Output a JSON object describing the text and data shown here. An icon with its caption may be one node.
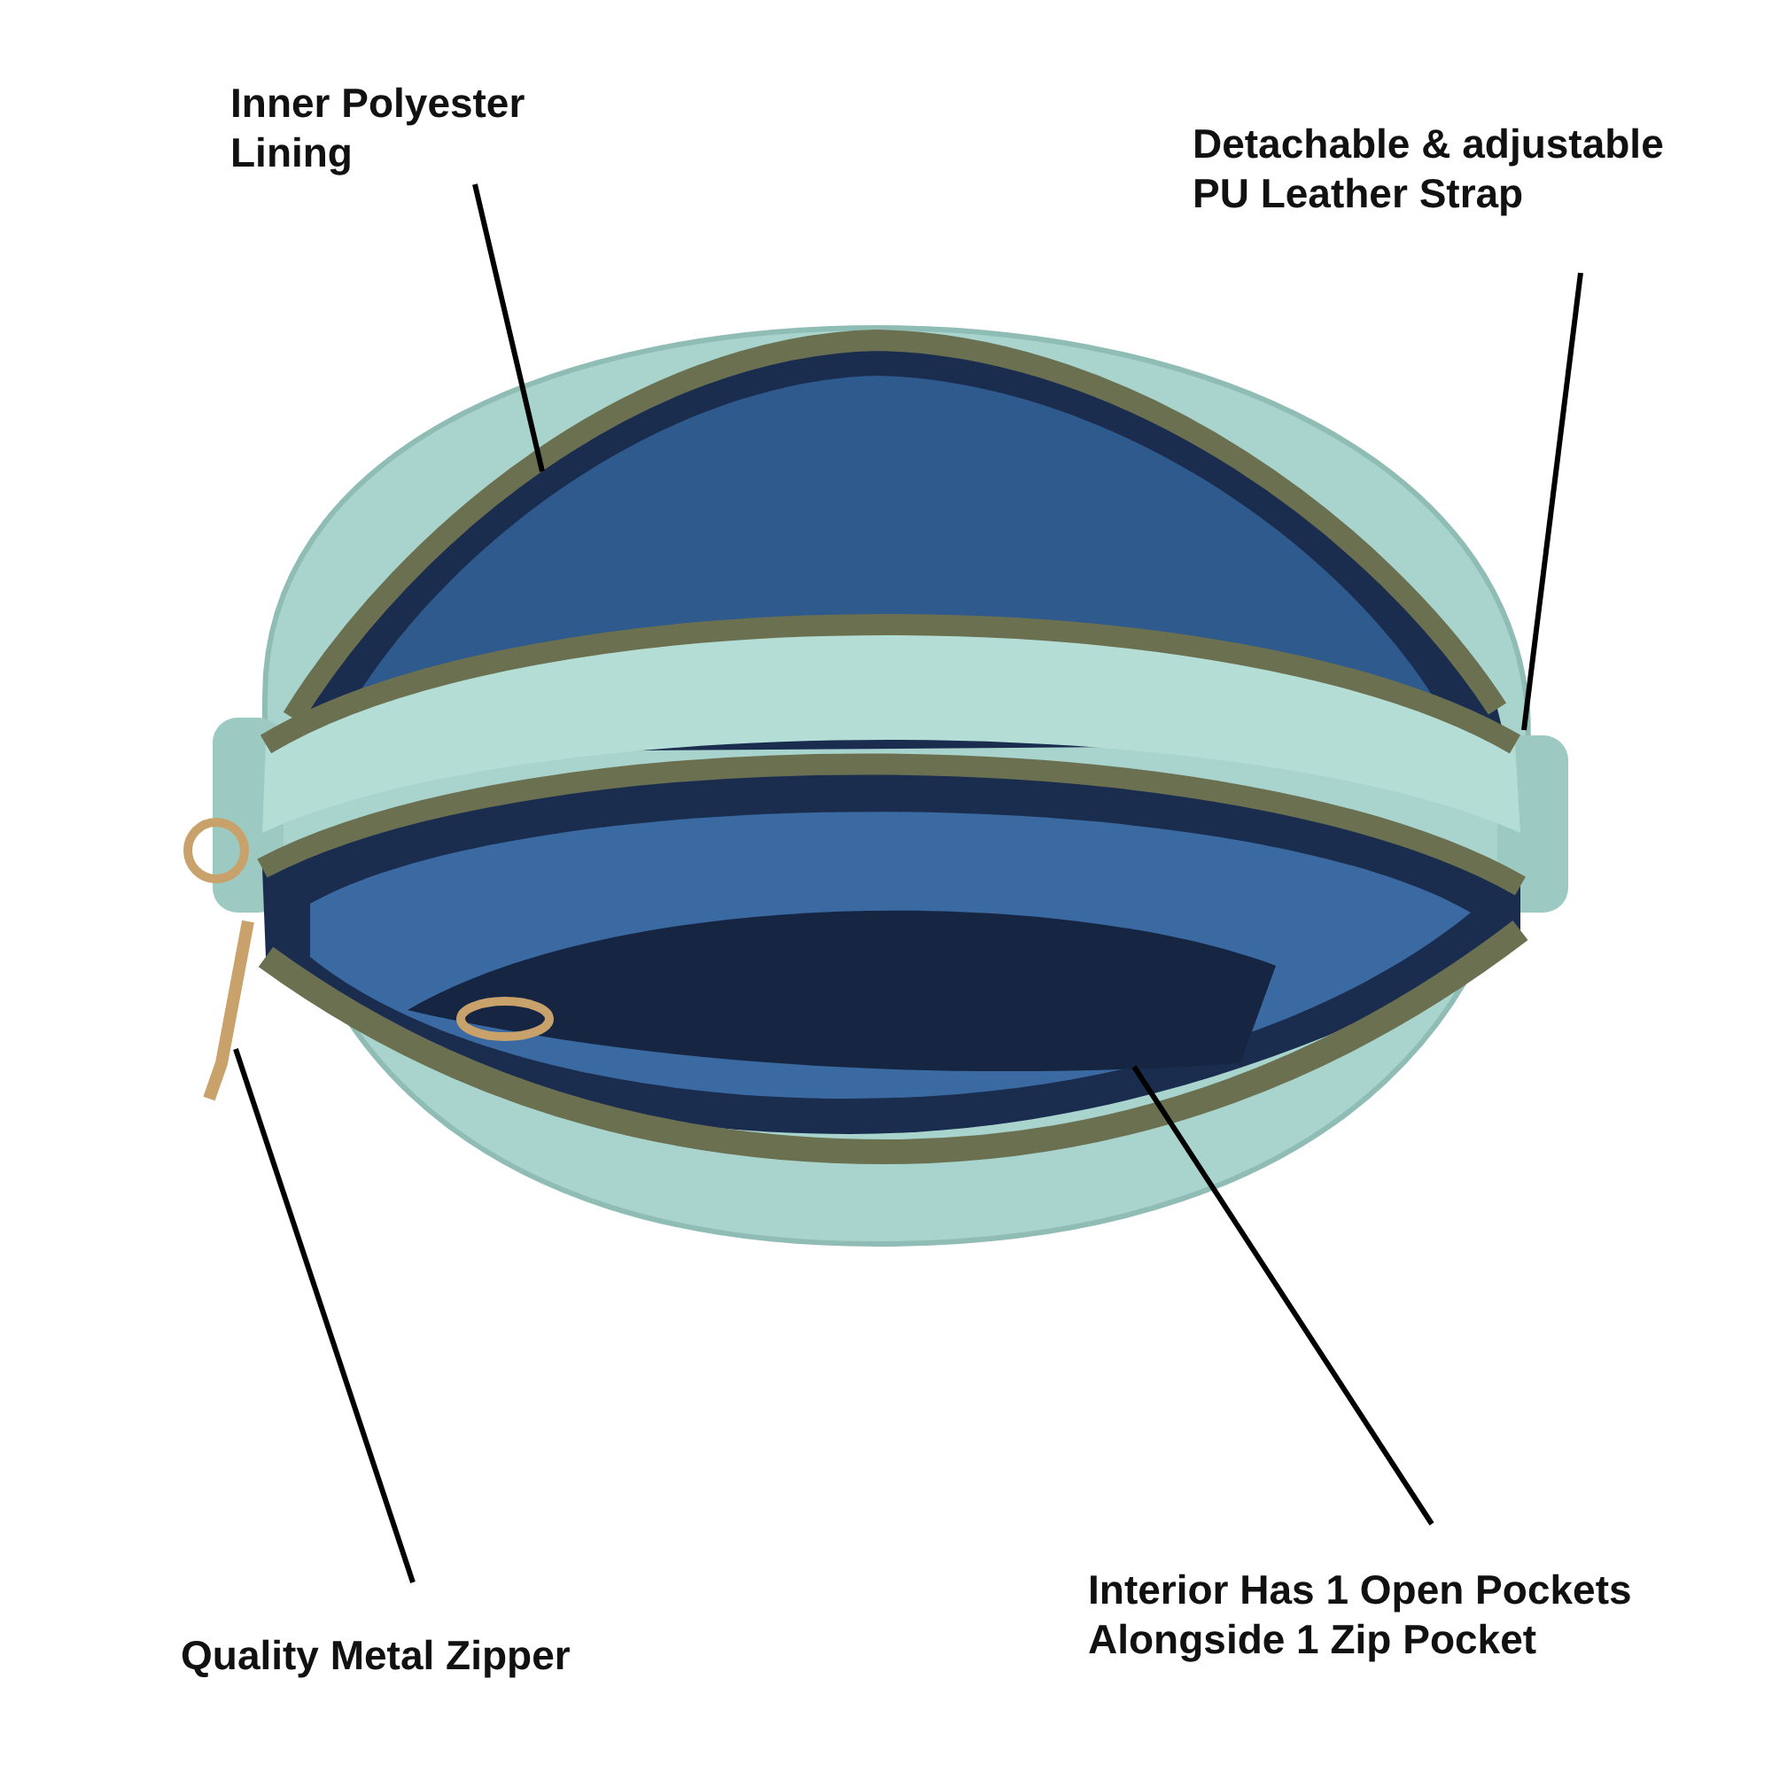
{
  "diagram": {
    "nodes": [
      {
        "text": [
          "Inner Polyester Lining"
        ]
      },
      {
        "text": [
          "Detachable & adjustable PU Leather Strap"
        ]
      },
      {
        "text": [
          "Quality Metal Zipper"
        ]
      },
      {
        "text": [
          "Interior Has 1 Open Pockets Alongside 1 Zip Pocket"
        ]
      }
    ],
    "edges": [
      {
        "from": 0,
        "to": null,
        "arrow": "none"
      },
      {
        "from": 1,
        "to": null,
        "arrow": "none"
      },
      {
        "from": 2,
        "to": null,
        "arrow": "none"
      },
      {
        "from": 3,
        "to": null,
        "arrow": "none"
      }
    ]
  }
}
